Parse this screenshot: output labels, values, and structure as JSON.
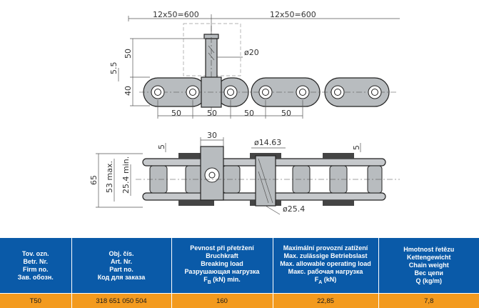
{
  "drawing": {
    "top_view": {
      "dim_pitch_left": "12x50=600",
      "dim_pitch_right": "12x50=600",
      "dim_pin_diameter": "ø20",
      "dim_height_50": "50",
      "dim_offset": "5.5",
      "dim_link_height": "40",
      "dim_spacing": [
        "50",
        "50",
        "50",
        "50"
      ]
    },
    "side_view": {
      "dim_width_30": "30",
      "dim_pin_14": "ø14.63",
      "dim_plate_5_left": "5",
      "dim_plate_5_right": "5",
      "dim_total_65": "65",
      "dim_53_max": "53 max.",
      "dim_25_min": "25.4 min.",
      "dim_roller": "ø25.4"
    }
  },
  "table": {
    "headers": [
      {
        "lines": [
          "Tov. ozn.",
          "Betr. Nr.",
          "Firm no.",
          "Зав. обозн."
        ]
      },
      {
        "lines": [
          "Obj. čís.",
          "Art. Nr.",
          "Part no.",
          "Код для заказа"
        ]
      },
      {
        "lines": [
          "Pevnost při přetržení",
          "Bruchkraft",
          "Breaking load",
          "Разрушающая нагрузка"
        ],
        "symbol": "F",
        "sub": "B",
        "suffix": " (kN) min."
      },
      {
        "lines": [
          "Maximální provozní zatížení",
          "Max. zulässige Betriebslast",
          "Max. allowable operating load",
          "Макс. рабочая нагрузка"
        ],
        "symbol": "F",
        "sub": "A",
        "suffix": " (kN)"
      },
      {
        "lines": [
          "Hmotnost řetězu",
          "Kettengewicht",
          "Chain weight",
          "Вес цепи",
          "Q (kg/m)"
        ]
      }
    ],
    "row": [
      "T50",
      "318 651 050 504",
      "160",
      "22,85",
      "7,8"
    ]
  },
  "colors": {
    "header_bg": "#0a5aa8",
    "row_bg": "#f39a1e"
  }
}
